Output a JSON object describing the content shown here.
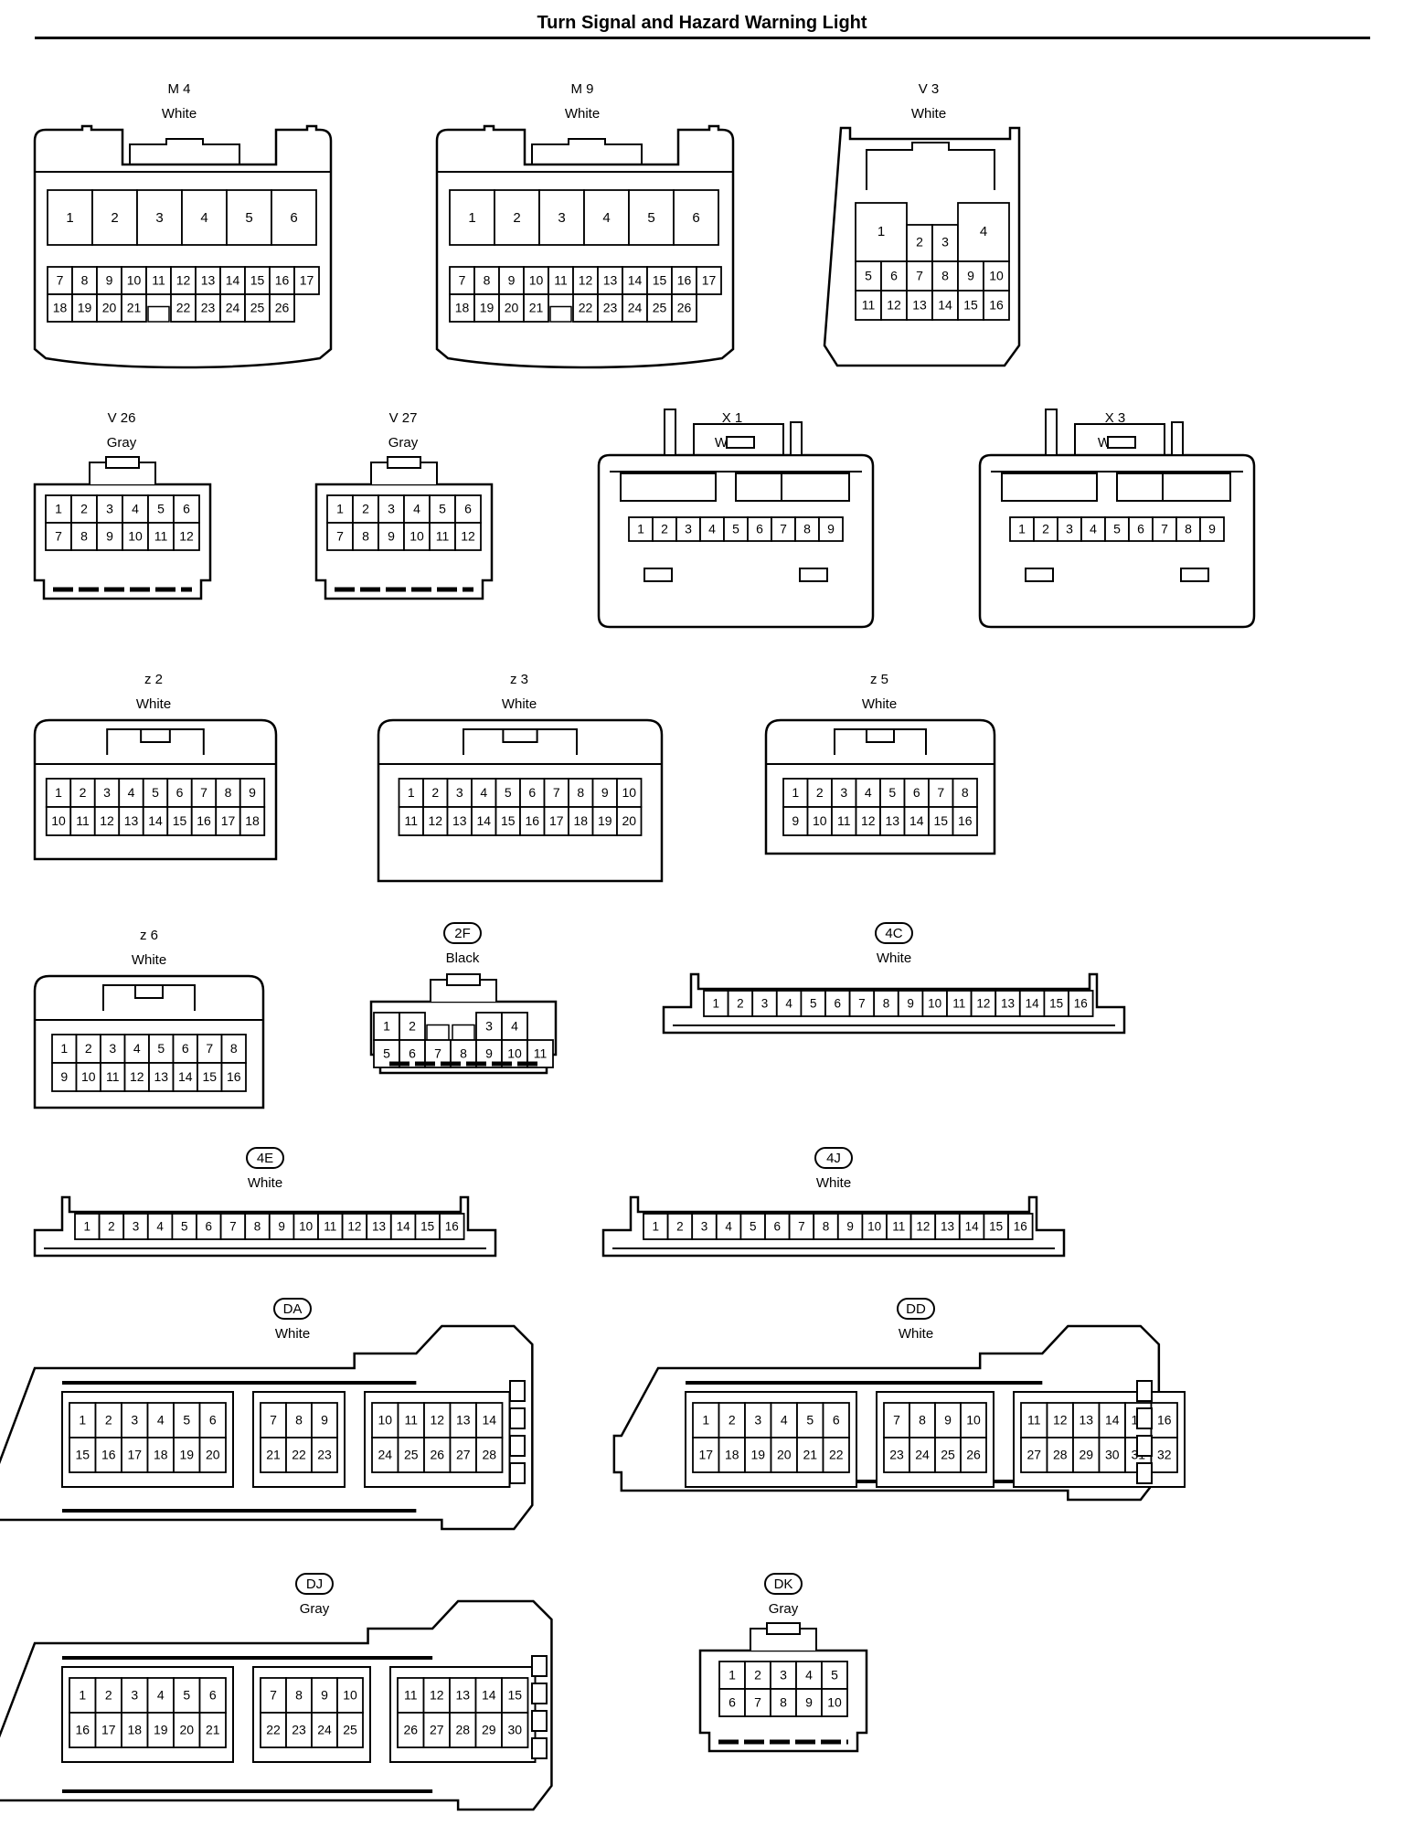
{
  "page": {
    "title": "Turn Signal and Hazard Warning Light"
  },
  "connectors": [
    {
      "id": "M 4",
      "circled": false,
      "color": "White",
      "style": "m",
      "rows": [
        [
          "1",
          "2",
          "3",
          "4",
          "5",
          "6"
        ],
        [
          "7",
          "8",
          "9",
          "10",
          "11",
          "12",
          "13",
          "14",
          "15",
          "16",
          "17"
        ],
        [
          "18",
          "19",
          "20",
          "21",
          "",
          "22",
          "23",
          "24",
          "25",
          "26"
        ]
      ]
    },
    {
      "id": "M 9",
      "circled": false,
      "color": "White",
      "style": "m",
      "rows": [
        [
          "1",
          "2",
          "3",
          "4",
          "5",
          "6"
        ],
        [
          "7",
          "8",
          "9",
          "10",
          "11",
          "12",
          "13",
          "14",
          "15",
          "16",
          "17"
        ],
        [
          "18",
          "19",
          "20",
          "21",
          "",
          "22",
          "23",
          "24",
          "25",
          "26"
        ]
      ]
    },
    {
      "id": "V 3",
      "circled": false,
      "color": "White",
      "style": "v3",
      "rows": [
        [
          "1",
          "2",
          "3",
          "4"
        ],
        [
          "5",
          "6",
          "7",
          "8",
          "9",
          "10"
        ],
        [
          "11",
          "12",
          "13",
          "14",
          "15",
          "16"
        ]
      ]
    },
    {
      "id": "V 26",
      "circled": false,
      "color": "Gray",
      "style": "small",
      "rows": [
        [
          "1",
          "2",
          "3",
          "4",
          "5",
          "6"
        ],
        [
          "7",
          "8",
          "9",
          "10",
          "11",
          "12"
        ]
      ]
    },
    {
      "id": "V 27",
      "circled": false,
      "color": "Gray",
      "style": "small",
      "rows": [
        [
          "1",
          "2",
          "3",
          "4",
          "5",
          "6"
        ],
        [
          "7",
          "8",
          "9",
          "10",
          "11",
          "12"
        ]
      ]
    },
    {
      "id": "X 1",
      "circled": false,
      "color": "White",
      "style": "x",
      "rows": [
        [
          "1",
          "2",
          "3",
          "4",
          "5",
          "6",
          "7",
          "8",
          "9"
        ]
      ]
    },
    {
      "id": "X 3",
      "circled": false,
      "color": "White",
      "style": "x",
      "rows": [
        [
          "1",
          "2",
          "3",
          "4",
          "5",
          "6",
          "7",
          "8",
          "9"
        ]
      ]
    },
    {
      "id": "z 2",
      "circled": false,
      "color": "White",
      "style": "z",
      "rows": [
        [
          "1",
          "2",
          "3",
          "4",
          "5",
          "6",
          "7",
          "8",
          "9"
        ],
        [
          "10",
          "11",
          "12",
          "13",
          "14",
          "15",
          "16",
          "17",
          "18"
        ]
      ]
    },
    {
      "id": "z 3",
      "circled": false,
      "color": "White",
      "style": "z",
      "rows": [
        [
          "1",
          "2",
          "3",
          "4",
          "5",
          "6",
          "7",
          "8",
          "9",
          "10"
        ],
        [
          "11",
          "12",
          "13",
          "14",
          "15",
          "16",
          "17",
          "18",
          "19",
          "20"
        ]
      ]
    },
    {
      "id": "z 5",
      "circled": false,
      "color": "White",
      "style": "z",
      "rows": [
        [
          "1",
          "2",
          "3",
          "4",
          "5",
          "6",
          "7",
          "8"
        ],
        [
          "9",
          "10",
          "11",
          "12",
          "13",
          "14",
          "15",
          "16"
        ]
      ]
    },
    {
      "id": "z 6",
      "circled": false,
      "color": "White",
      "style": "z",
      "rows": [
        [
          "1",
          "2",
          "3",
          "4",
          "5",
          "6",
          "7",
          "8"
        ],
        [
          "9",
          "10",
          "11",
          "12",
          "13",
          "14",
          "15",
          "16"
        ]
      ]
    },
    {
      "id": "2F",
      "circled": true,
      "color": "Black",
      "style": "small",
      "rows": [
        [
          "1",
          "2",
          "",
          "",
          "3",
          "4"
        ],
        [
          "5",
          "6",
          "7",
          "8",
          "9",
          "10",
          "11"
        ]
      ]
    },
    {
      "id": "4C",
      "circled": true,
      "color": "White",
      "style": "strip",
      "rows": [
        [
          "1",
          "2",
          "3",
          "4",
          "5",
          "6",
          "7",
          "8",
          "9",
          "10",
          "11",
          "12",
          "13",
          "14",
          "15",
          "16"
        ]
      ]
    },
    {
      "id": "4E",
      "circled": true,
      "color": "White",
      "style": "strip",
      "rows": [
        [
          "1",
          "2",
          "3",
          "4",
          "5",
          "6",
          "7",
          "8",
          "9",
          "10",
          "11",
          "12",
          "13",
          "14",
          "15",
          "16"
        ]
      ]
    },
    {
      "id": "4J",
      "circled": true,
      "color": "White",
      "style": "strip",
      "rows": [
        [
          "1",
          "2",
          "3",
          "4",
          "5",
          "6",
          "7",
          "8",
          "9",
          "10",
          "11",
          "12",
          "13",
          "14",
          "15",
          "16"
        ]
      ]
    },
    {
      "id": "DA",
      "circled": true,
      "color": "White",
      "style": "ecu",
      "groups": [
        [
          [
            "1",
            "2",
            "3",
            "4",
            "5",
            "6"
          ],
          [
            "15",
            "16",
            "17",
            "18",
            "19",
            "20"
          ]
        ],
        [
          [
            "7",
            "8",
            "9"
          ],
          [
            "21",
            "22",
            "23"
          ]
        ],
        [
          [
            "10",
            "11",
            "12",
            "13",
            "14"
          ],
          [
            "24",
            "25",
            "26",
            "27",
            "28"
          ]
        ]
      ]
    },
    {
      "id": "DD",
      "circled": true,
      "color": "White",
      "style": "ecu",
      "groups": [
        [
          [
            "1",
            "2",
            "3",
            "4",
            "5",
            "6"
          ],
          [
            "17",
            "18",
            "19",
            "20",
            "21",
            "22"
          ]
        ],
        [
          [
            "7",
            "8",
            "9",
            "10"
          ],
          [
            "23",
            "24",
            "25",
            "26"
          ]
        ],
        [
          [
            "11",
            "12",
            "13",
            "14",
            "15",
            "16"
          ],
          [
            "27",
            "28",
            "29",
            "30",
            "31",
            "32"
          ]
        ]
      ]
    },
    {
      "id": "DJ",
      "circled": true,
      "color": "Gray",
      "style": "ecu",
      "groups": [
        [
          [
            "1",
            "2",
            "3",
            "4",
            "5",
            "6"
          ],
          [
            "16",
            "17",
            "18",
            "19",
            "20",
            "21"
          ]
        ],
        [
          [
            "7",
            "8",
            "9",
            "10"
          ],
          [
            "22",
            "23",
            "24",
            "25"
          ]
        ],
        [
          [
            "11",
            "12",
            "13",
            "14",
            "15"
          ],
          [
            "26",
            "27",
            "28",
            "29",
            "30"
          ]
        ]
      ]
    },
    {
      "id": "DK",
      "circled": true,
      "color": "Gray",
      "style": "small",
      "rows": [
        [
          "1",
          "2",
          "3",
          "4",
          "5"
        ],
        [
          "6",
          "7",
          "8",
          "9",
          "10"
        ]
      ]
    }
  ]
}
